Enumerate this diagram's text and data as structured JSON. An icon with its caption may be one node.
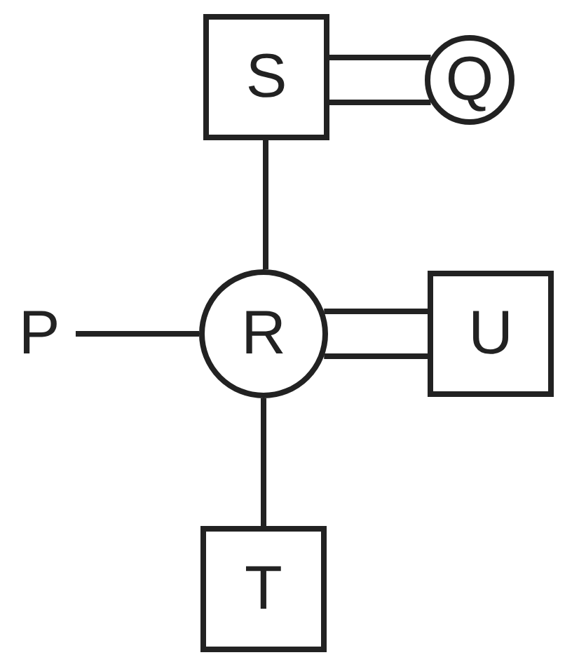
{
  "diagram": {
    "nodes": [
      {
        "text": [
          "S"
        ]
      },
      {
        "text": [
          "Q"
        ]
      },
      {
        "text": [
          "P"
        ]
      },
      {
        "text": [
          "R"
        ]
      },
      {
        "text": [
          "U"
        ]
      },
      {
        "text": [
          "T"
        ]
      }
    ],
    "edges": [
      {
        "from": 0,
        "to": 1,
        "arrow": "none"
      },
      {
        "from": 0,
        "to": 3,
        "arrow": "none"
      },
      {
        "from": 2,
        "to": 3,
        "arrow": "none"
      },
      {
        "from": 3,
        "to": 4,
        "arrow": "none"
      },
      {
        "from": 3,
        "to": 5,
        "arrow": "none"
      }
    ]
  }
}
